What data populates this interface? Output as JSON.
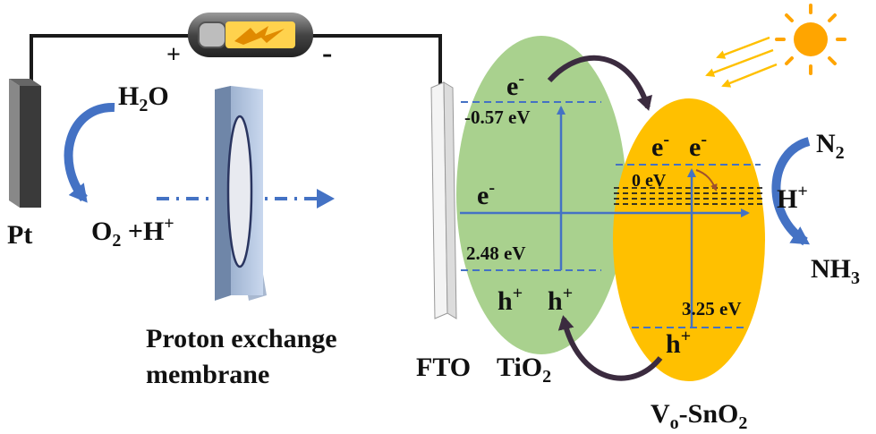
{
  "colors": {
    "tio2_fill": "#a9d18e",
    "sno2_fill": "#ffc000",
    "arrow_blue": "#4472c4",
    "arrow_dark": "#3b2b3f",
    "wire": "#1a1a1a",
    "sun": "#ffa500",
    "light_rays": "#ffc000"
  },
  "labels": {
    "pt": "Pt",
    "h2o_main": "H",
    "h2o_sub": "2",
    "h2o_end": "O",
    "o2_main": "O",
    "o2_sub": "2",
    "o2_end": " +H",
    "o2_sup": "+",
    "plus": "+",
    "minus": "-",
    "membrane_line1": "Proton exchange",
    "membrane_line2": "membrane",
    "fto": "FTO",
    "tio2_main": "TiO",
    "tio2_sub": "2",
    "sno2_v": "V",
    "sno2_o": "o",
    "sno2_rest": "-SnO",
    "sno2_sub": "2",
    "n2_main": "N",
    "n2_sub": "2",
    "hplus_main": "H",
    "hplus_sup": "+",
    "nh3_main": "NH",
    "nh3_sub": "3"
  },
  "tio2": {
    "e_top": "e",
    "e_top_sup": "-",
    "cb_energy": "-0.57 eV",
    "e_mid": "e",
    "e_mid_sup": "-",
    "gap_energy": "2.48 eV",
    "h1": "h",
    "h1_sup": "+",
    "h2": "h",
    "h2_sup": "+"
  },
  "sno2": {
    "e1": "e",
    "e1_sup": "-",
    "e2": "e",
    "e2_sup": "-",
    "defect_energy": "0 eV",
    "gap_energy": "3.25 eV",
    "h": "h",
    "h_sup": "+"
  }
}
